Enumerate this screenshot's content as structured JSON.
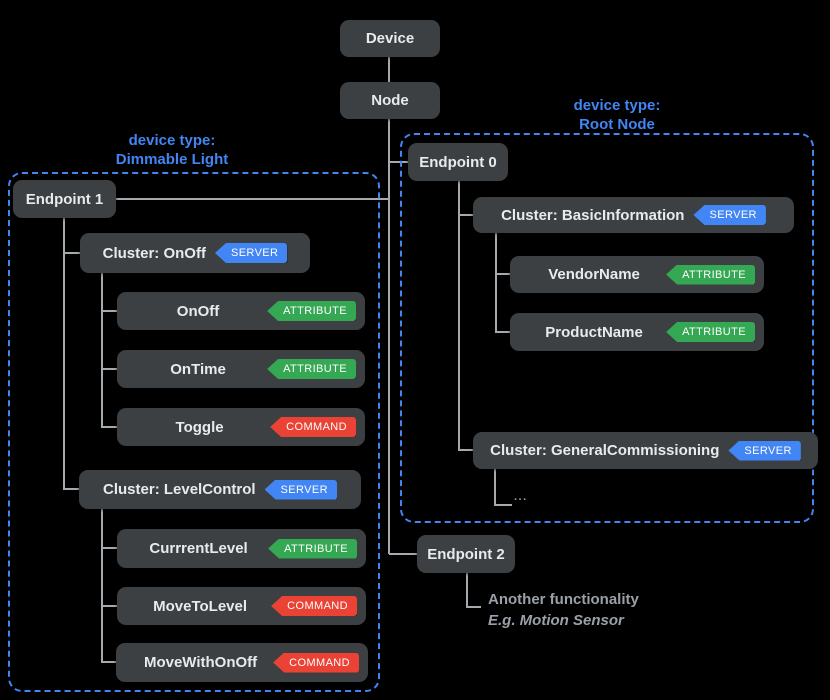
{
  "palette": {
    "background": "#000000",
    "box_bg": "#3c4043",
    "box_text": "#e8eaed",
    "accent_blue": "#4285f4",
    "badge_server": "#4285f4",
    "badge_attribute": "#34a853",
    "badge_command": "#ea4335",
    "connector_line": "#a5aaae",
    "muted_text": "#9aa0a6"
  },
  "tree": {
    "device": "Device",
    "node": "Node"
  },
  "left_group": {
    "device_type_label": "device type:\nDimmable Light",
    "endpoint": "Endpoint 1",
    "clusters": [
      {
        "label": "Cluster: OnOff",
        "badge": "SERVER",
        "items": [
          {
            "label": "OnOff",
            "badge": "ATTRIBUTE"
          },
          {
            "label": "OnTime",
            "badge": "ATTRIBUTE"
          },
          {
            "label": "Toggle",
            "badge": "COMMAND"
          }
        ]
      },
      {
        "label": "Cluster: LevelControl",
        "badge": "SERVER",
        "items": [
          {
            "label": "CurrrentLevel",
            "badge": "ATTRIBUTE"
          },
          {
            "label": "MoveToLevel",
            "badge": "COMMAND"
          },
          {
            "label": "MoveWithOnOff",
            "badge": "COMMAND"
          }
        ]
      }
    ]
  },
  "right_group": {
    "device_type_label": "device type:\nRoot Node",
    "endpoint": "Endpoint 0",
    "clusters": [
      {
        "label": "Cluster: BasicInformation",
        "badge": "SERVER",
        "items": [
          {
            "label": "VendorName",
            "badge": "ATTRIBUTE"
          },
          {
            "label": "ProductName",
            "badge": "ATTRIBUTE"
          }
        ]
      },
      {
        "label": "Cluster: GeneralCommissioning",
        "badge": "SERVER",
        "items": []
      }
    ],
    "ellipsis": "..."
  },
  "endpoint2": {
    "label": "Endpoint 2",
    "note_line1": "Another functionality",
    "note_line2": "E.g. Motion Sensor"
  }
}
